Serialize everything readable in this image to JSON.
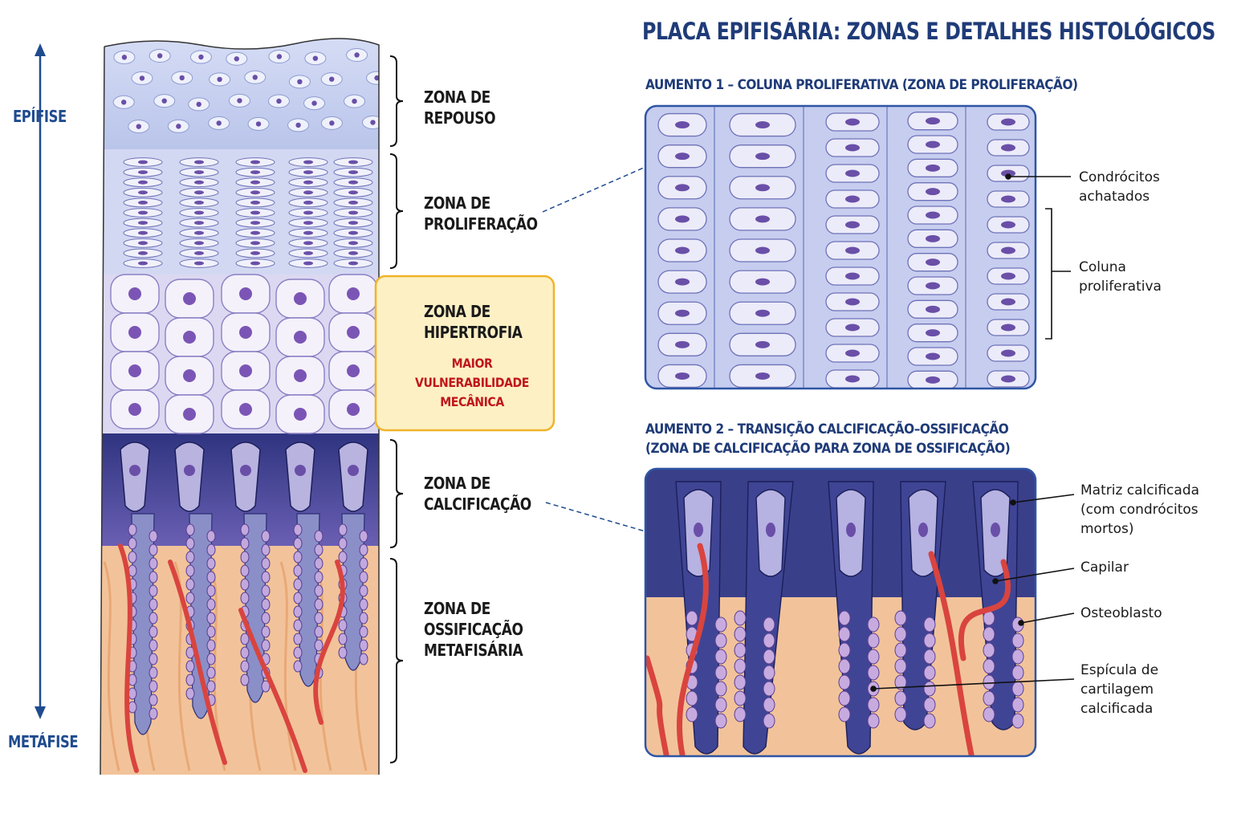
{
  "title": "PLACA EPIFISÁRIA: ZONAS E DETALHES HISTOLÓGICOS",
  "axis": {
    "top": "EPÍFISE",
    "bottom": "METÁFISE"
  },
  "zones": [
    {
      "lines": [
        "ZONA DE",
        "REPOUSO"
      ]
    },
    {
      "lines": [
        "ZONA DE",
        "PROLIFERAÇÃO"
      ]
    },
    {
      "lines": [
        "ZONA DE",
        "HIPERTROFIA"
      ],
      "warning": [
        "MAIOR",
        "VULNERABILIDADE",
        "MECÂNICA"
      ]
    },
    {
      "lines": [
        "ZONA DE",
        "CALCIFICAÇÃO"
      ]
    },
    {
      "lines": [
        "ZONA DE",
        "OSSIFICAÇÃO",
        "METAFISÁRIA"
      ]
    }
  ],
  "mag1": {
    "title": "AUMENTO 1 – COLUNA PROLIFERATIVA (ZONA DE PROLIFERAÇÃO)",
    "callouts": [
      {
        "lines": [
          "Condrócitos",
          "achatados"
        ]
      },
      {
        "lines": [
          "Coluna",
          "proliferativa"
        ]
      }
    ]
  },
  "mag2": {
    "title_lines": [
      "AUMENTO 2 – TRANSIÇÃO CALCIFICAÇÃO–OSSIFICAÇÃO",
      "(ZONA DE CALCIFICAÇÃO PARA ZONA DE OSSIFICAÇÃO)"
    ],
    "callouts": [
      {
        "lines": [
          "Matriz calcificada",
          "(com condrócitos",
          "mortos)"
        ]
      },
      {
        "lines": [
          "Capilar"
        ]
      },
      {
        "lines": [
          "Osteoblasto"
        ]
      },
      {
        "lines": [
          "Espícula de",
          "cartilagem",
          "calcificada"
        ]
      }
    ]
  },
  "colors": {
    "navy": "#1f3b78",
    "axis_blue": "#1f4b8f",
    "warning_red": "#c0171c",
    "highlight_fill": "#fdf0c4",
    "highlight_border": "#f0b429",
    "resting": "#c9d2ef",
    "proliferative": "#d5d9f2",
    "hypertrophic": "#e6e2f6",
    "calcified": "#3b3f8c",
    "bone": "#f2c39a",
    "vessel": "#d9443f"
  }
}
